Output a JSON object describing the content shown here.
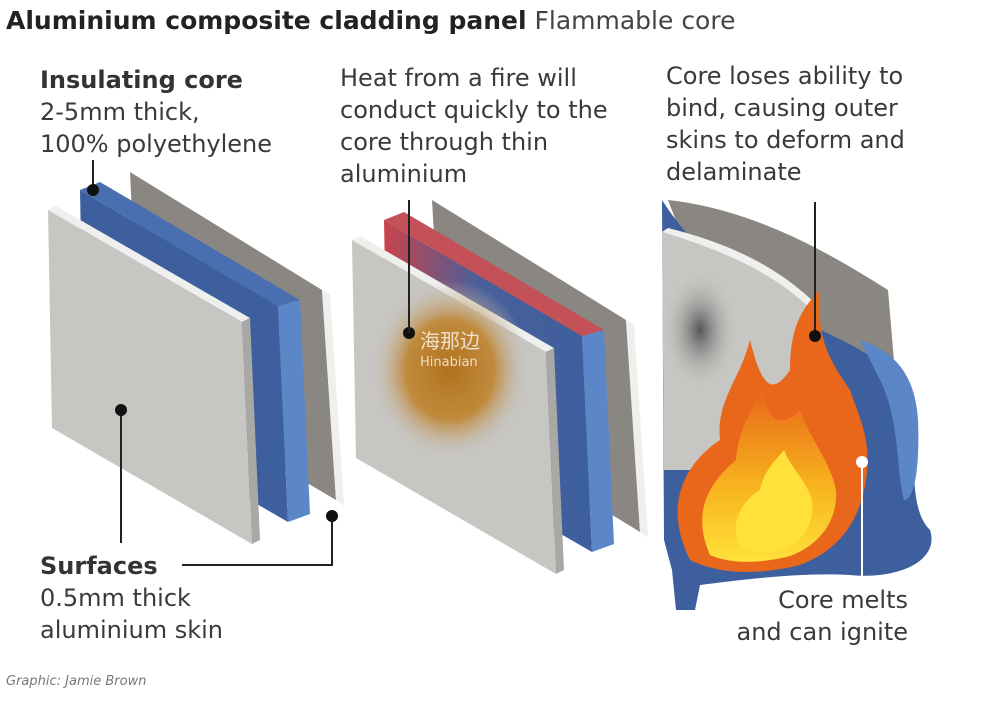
{
  "title": {
    "bold": "Aluminium composite cladding panel",
    "regular": "Flammable core"
  },
  "labels": {
    "core": {
      "head": "Insulating core",
      "lines": [
        "2-5mm thick,",
        "100% polyethylene"
      ]
    },
    "surfaces": {
      "head": "Surfaces",
      "lines": [
        "0.5mm thick",
        "aluminium skin"
      ]
    },
    "heat": {
      "lines": [
        "Heat from a fire will",
        "conduct quickly to the",
        "core through thin",
        "aluminium"
      ]
    },
    "bind": {
      "lines": [
        "Core loses ability to",
        "bind, causing outer",
        "skins to deform and",
        "delaminate"
      ]
    },
    "melt": {
      "lines": [
        "Core melts",
        "and can ignite"
      ]
    }
  },
  "watermark": {
    "cn": "海那边",
    "en": "Hinabian"
  },
  "credit": "Graphic: Jamie Brown",
  "colors": {
    "core_blue": "#3d5f9e",
    "core_light": "#5b86c7",
    "skin": "#c7c6c3",
    "skin_edge": "#efefed",
    "back_skin": "#8a8681",
    "heat": "#b27a2a",
    "fire_orange": "#f08a1c",
    "fire_yellow": "#ffd21a",
    "red": "#c9434a"
  }
}
